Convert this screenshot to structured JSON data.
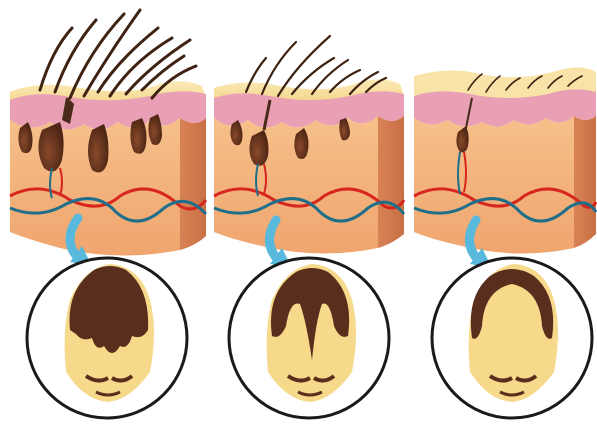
{
  "stages": [
    {
      "id": "stage-1",
      "hair_density": "thick",
      "follicle_size": "large",
      "bald_area": "none"
    },
    {
      "id": "stage-2",
      "hair_density": "medium",
      "follicle_size": "medium",
      "bald_area": "receding"
    },
    {
      "id": "stage-3",
      "hair_density": "sparse",
      "follicle_size": "small",
      "bald_area": "crown"
    }
  ],
  "colors": {
    "skin_top": "#f6dfa0",
    "epidermis": "#e9a3b6",
    "dermis": "#f2b27c",
    "dermis_dark": "#d8895a",
    "side": "#d27a4f",
    "hair": "#4a2a18",
    "follicle": "#6a3a22",
    "artery": "#d6261e",
    "vein": "#1f6f8b",
    "arrow": "#58b9dc",
    "scalp": "#f6d98a",
    "head_hair": "#5a2e1c",
    "circle_stroke": "#1a1a1a"
  }
}
